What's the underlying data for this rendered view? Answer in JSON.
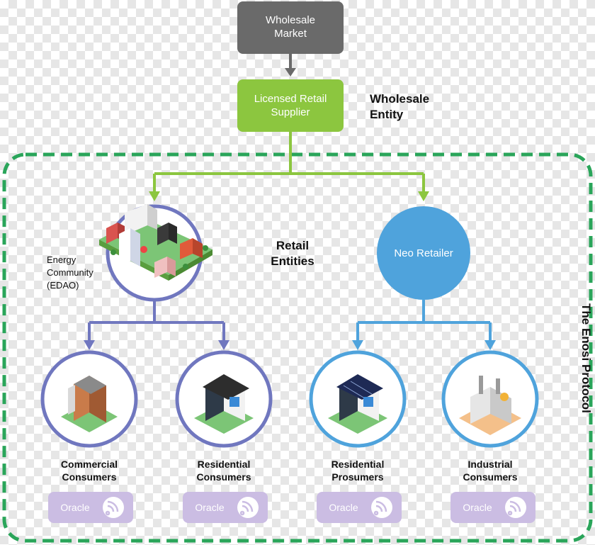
{
  "wholesale_market": {
    "line1": "Wholesale",
    "line2": "Market"
  },
  "licensed_retail": {
    "line1": "Licensed Retail",
    "line2": "Supplier"
  },
  "wholesale_entity": {
    "line1": "Wholesale",
    "line2": "Entity"
  },
  "retail_entities": {
    "line1": "Retail",
    "line2": "Entities"
  },
  "energy_community": {
    "line1": "Energy",
    "line2": "Community",
    "line3": "(EDAO)"
  },
  "neo_retailer": {
    "label": "Neo Retailer"
  },
  "protocol_label": "The Enosi Protocol",
  "consumers": [
    {
      "line1": "Commercial",
      "line2": "Consumers",
      "oracle": "Oracle"
    },
    {
      "line1": "Residential",
      "line2": "Consumers",
      "oracle": "Oracle"
    },
    {
      "line1": "Residential",
      "line2": "Prosumers",
      "oracle": "Oracle"
    },
    {
      "line1": "Industrial",
      "line2": "Consumers",
      "oracle": "Oracle"
    }
  ],
  "colors": {
    "gray_box": "#6a6a6a",
    "green": "#8cc63f",
    "purple": "#7077bf",
    "blue": "#4fa3dc",
    "dashed_border": "#2aa55a",
    "oracle_bg": "#cbbde3"
  }
}
